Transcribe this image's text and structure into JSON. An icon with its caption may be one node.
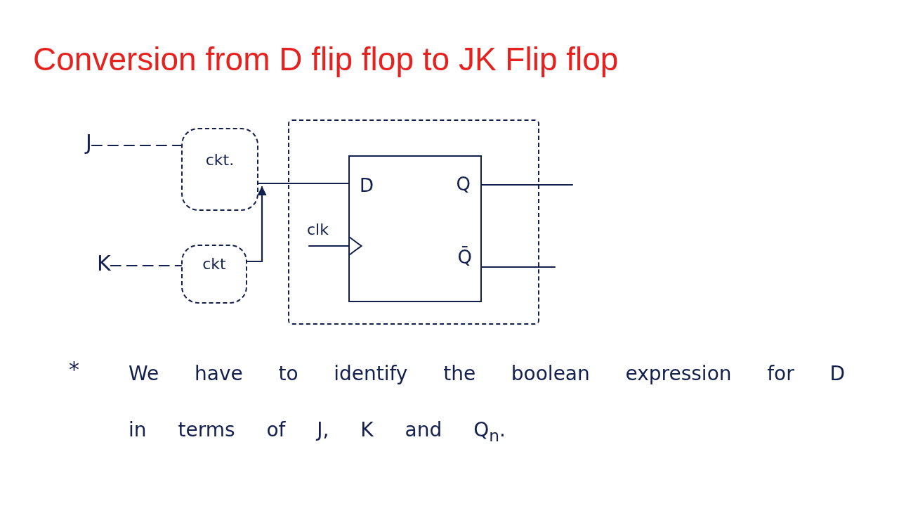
{
  "diagram": {
    "title": "Conversion from D flip flop to JK Flip flop",
    "nodes": [
      {
        "text": [
          "J"
        ]
      },
      {
        "text": [
          "ckt."
        ]
      },
      {
        "text": [
          "K"
        ]
      },
      {
        "text": [
          "ckt"
        ]
      },
      {
        "text": [],
        "shape": "box"
      },
      {
        "text": [
          "D",
          "Q",
          "Q̄"
        ],
        "in": 4
      }
    ],
    "edges": [
      {
        "from": 0,
        "to": 1,
        "arrow": "none",
        "style": "dashed"
      },
      {
        "from": 2,
        "to": 3,
        "arrow": "none",
        "style": "dashed"
      },
      {
        "from": 1,
        "to": 5,
        "arrow": "none"
      },
      {
        "from": 3,
        "to": 1,
        "arrow": "to"
      },
      {
        "from": null,
        "to": 5,
        "arrow": "to",
        "label": "clk"
      },
      {
        "from": 5,
        "to": null,
        "arrow": "none"
      },
      {
        "from": 5,
        "to": null,
        "arrow": "none"
      }
    ],
    "labels": [
      "*",
      "We have to identify the boolean expression for D in terms of J, K and Q$_{n}$."
    ]
  }
}
